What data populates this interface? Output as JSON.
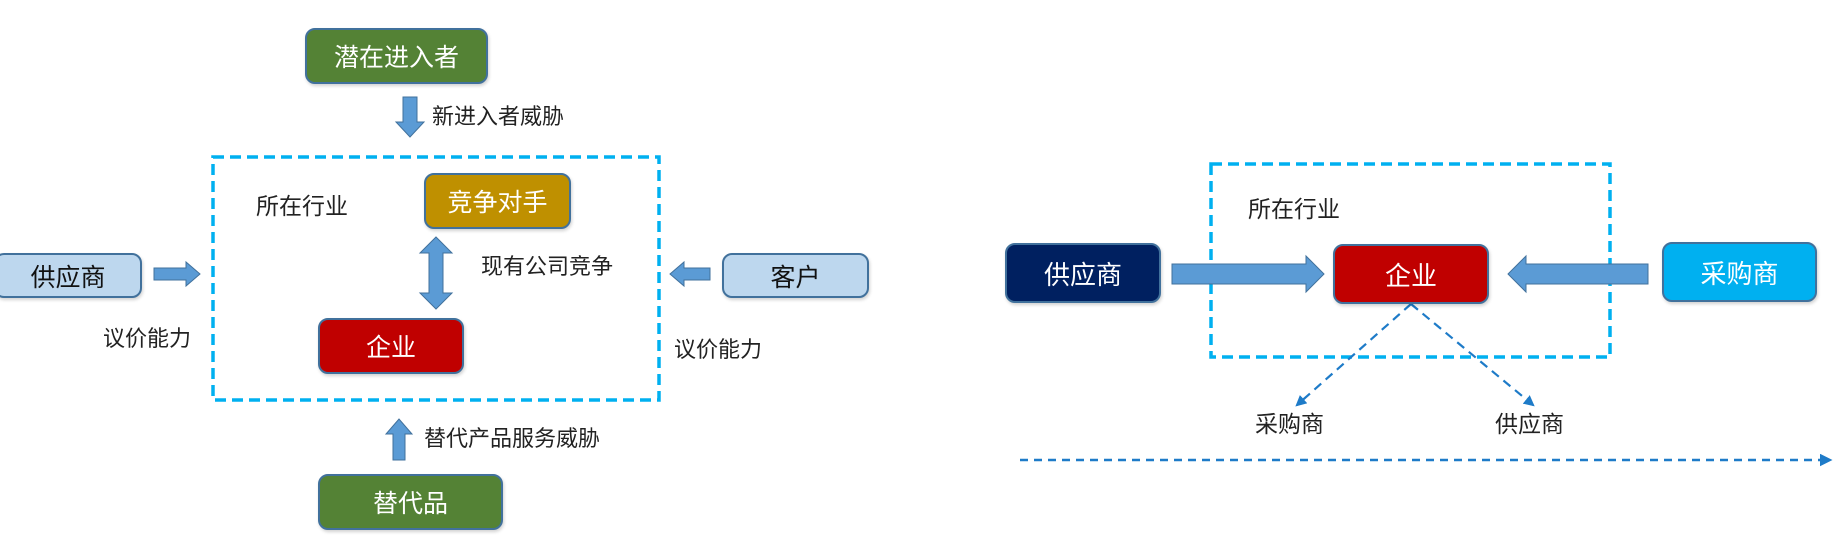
{
  "colors": {
    "green": "#548235",
    "gold": "#BF9000",
    "red": "#C00000",
    "light_blue": "#BDD7EE",
    "navy": "#002060",
    "cyan": "#00B0F0",
    "arrow": "#5B9BD5",
    "dash": "#00B0F0",
    "dash_arrow": "#1E7BC8"
  },
  "left_diagram": {
    "potential_entrants": "潜在进入者",
    "new_entrant_threat": "新进入者威胁",
    "industry_label": "所在行业",
    "competitors": "竞争对手",
    "existing_competition": "现有公司竞争",
    "enterprise": "企业",
    "supplier": "供应商",
    "supplier_bargaining": "议价能力",
    "customer": "客户",
    "customer_bargaining": "议价能力",
    "substitute_threat": "替代产品服务威胁",
    "substitutes": "替代品"
  },
  "right_diagram": {
    "industry_label": "所在行业",
    "supplier": "供应商",
    "enterprise": "企业",
    "buyer": "采购商",
    "downstream_buyer": "采购商",
    "downstream_supplier": "供应商"
  }
}
